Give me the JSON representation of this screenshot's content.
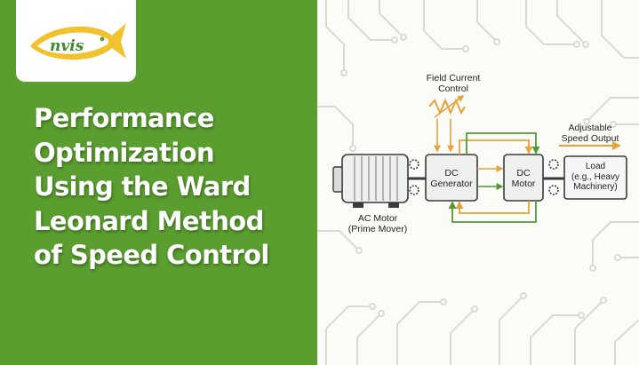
{
  "logo": {
    "text": "nvis"
  },
  "headline": {
    "lines": [
      "Performance",
      "Optimization",
      "Using the Ward",
      "Leonard Method",
      "of Speed Control"
    ]
  },
  "diagram": {
    "field_control": {
      "line1": "Field Current",
      "line2": "Control"
    },
    "speed_output": {
      "line1": "Adjustable",
      "line2": "Speed Output"
    },
    "ac_motor": {
      "line1": "AC Motor",
      "line2": "(Prime Mover)"
    },
    "dc_generator": {
      "line1": "DC",
      "line2": "Generator"
    },
    "dc_motor": {
      "line1": "DC",
      "line2": "Motor"
    },
    "load": {
      "line1": "Load",
      "line2": "(e.g., Heavy",
      "line3": "Machinery)"
    }
  },
  "colors": {
    "brand_green": "#5a9e2f",
    "accent_orange": "#e8a23a",
    "flow_green": "#4f9a35",
    "box_fill": "#eef0ee"
  }
}
